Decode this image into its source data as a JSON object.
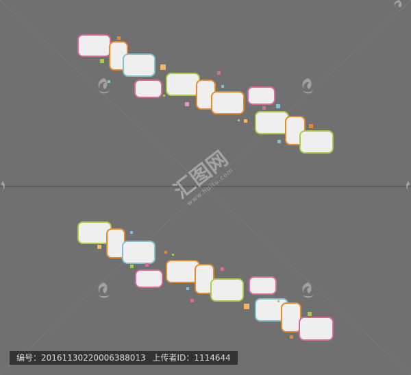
{
  "colors": {
    "background": "#707070",
    "card_fill": "#efefef",
    "pink": "#d96b9a",
    "orange": "#e58a2c",
    "teal": "#7fc3d1",
    "green": "#a7cc4a",
    "footer_bg": "#333333"
  },
  "watermark": {
    "brand_icon": "huitu-logo-icon",
    "brand_text": "汇图网",
    "site": "www.huitu.com"
  },
  "footer": {
    "id_label": "编号：",
    "id_value": "20161130220006388013",
    "uploader_label": "上传者ID：",
    "uploader_value": "1114644"
  }
}
